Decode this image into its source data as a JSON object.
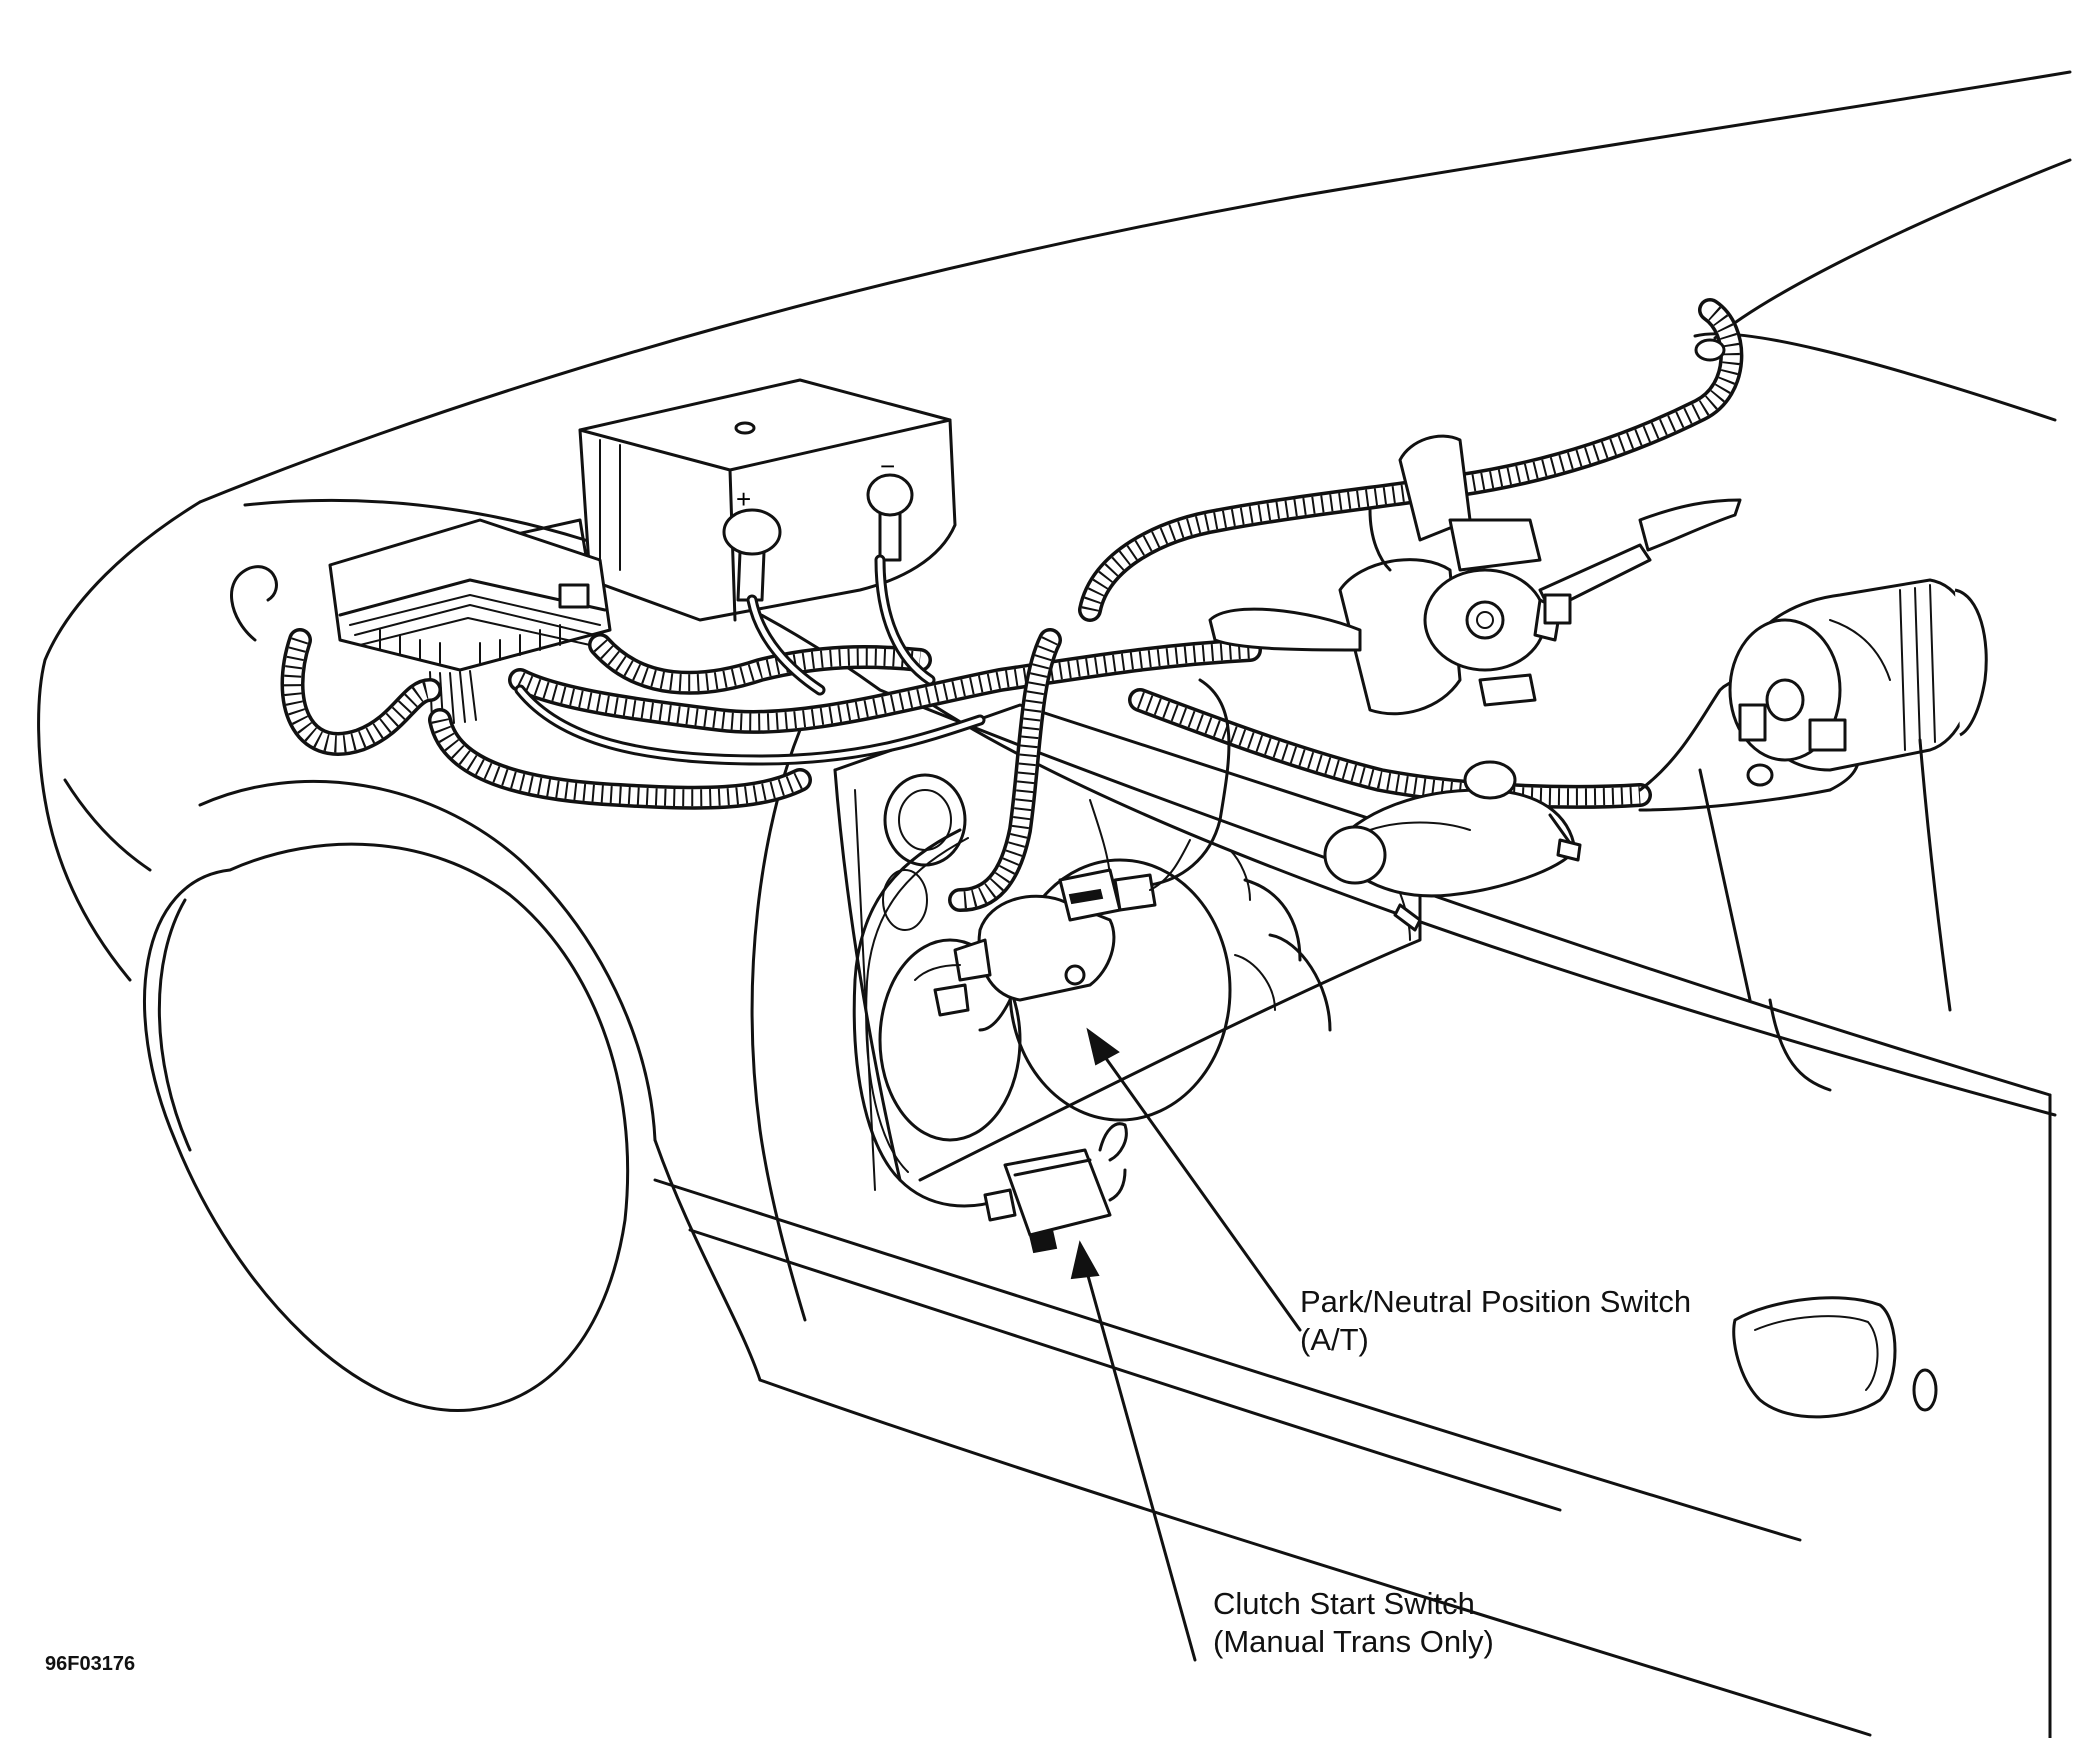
{
  "callouts": {
    "park_neutral": {
      "line1": "Park/Neutral Position Switch",
      "line2": "(A/T)"
    },
    "clutch_start": {
      "line1": "Clutch Start Switch",
      "line2": "(Manual Trans Only)"
    }
  },
  "figure_code": "96F03176",
  "battery": {
    "positive_mark": "+",
    "negative_mark": "−"
  }
}
